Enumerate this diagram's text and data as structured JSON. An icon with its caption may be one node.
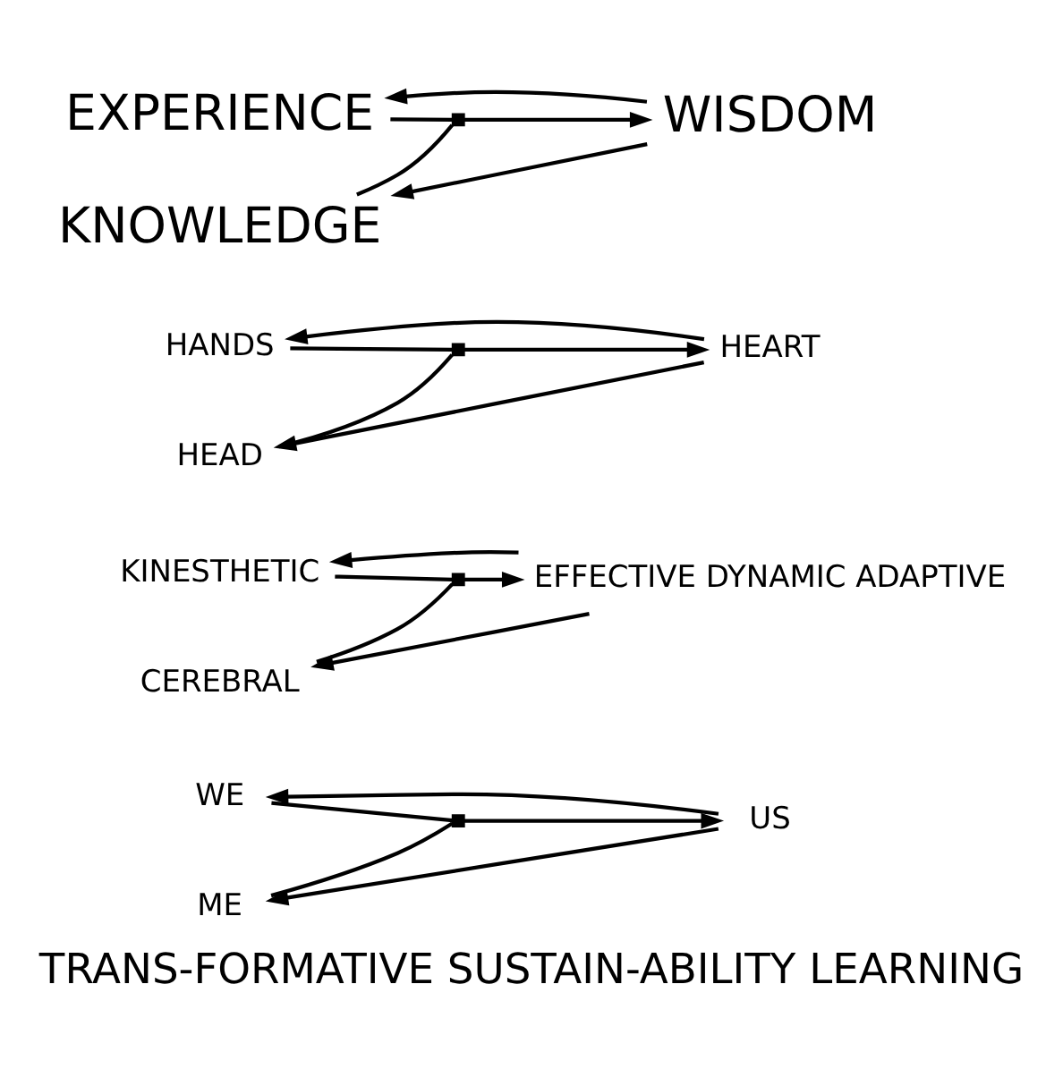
{
  "diagram": {
    "caption": "TRANS-FORMATIVE SUSTAIN-ABILITY LEARNING",
    "nodes": [
      {
        "text": [
          "KNOWLEDGE"
        ]
      },
      {
        "text": [
          "EXPERIENCE"
        ]
      },
      {
        "text": [],
        "shape": "square"
      },
      {
        "text": [
          "WISDOM"
        ]
      },
      {
        "text": [
          "HEAD"
        ]
      },
      {
        "text": [
          "HANDS"
        ]
      },
      {
        "text": [],
        "shape": "square"
      },
      {
        "text": [
          "HEART"
        ]
      },
      {
        "text": [
          "CEREBRAL"
        ]
      },
      {
        "text": [
          "KINESTHETIC"
        ]
      },
      {
        "text": [],
        "shape": "square"
      },
      {
        "text": [
          "EFFECTIVE DYNAMIC ADAPTIVE"
        ]
      },
      {
        "text": [
          "ME"
        ]
      },
      {
        "text": [
          "WE"
        ]
      },
      {
        "text": [],
        "shape": "square"
      },
      {
        "text": [
          "US"
        ]
      }
    ],
    "edges": [
      {
        "from": 0,
        "to": 2,
        "arrow": "none"
      },
      {
        "from": 1,
        "to": 2,
        "arrow": "none"
      },
      {
        "from": 2,
        "to": 3,
        "arrow": "to"
      },
      {
        "from": 3,
        "to": 0,
        "arrow": "to"
      },
      {
        "from": 3,
        "to": 1,
        "arrow": "to"
      },
      {
        "from": 4,
        "to": 6,
        "arrow": "none"
      },
      {
        "from": 5,
        "to": 6,
        "arrow": "none"
      },
      {
        "from": 6,
        "to": 7,
        "arrow": "to"
      },
      {
        "from": 7,
        "to": 4,
        "arrow": "to"
      },
      {
        "from": 7,
        "to": 5,
        "arrow": "to"
      },
      {
        "from": 8,
        "to": 10,
        "arrow": "none"
      },
      {
        "from": 9,
        "to": 10,
        "arrow": "none"
      },
      {
        "from": 10,
        "to": 11,
        "arrow": "to"
      },
      {
        "from": 11,
        "to": 8,
        "arrow": "to"
      },
      {
        "from": 11,
        "to": 9,
        "arrow": "to"
      },
      {
        "from": 12,
        "to": 14,
        "arrow": "none"
      },
      {
        "from": 13,
        "to": 14,
        "arrow": "none"
      },
      {
        "from": 14,
        "to": 15,
        "arrow": "to"
      },
      {
        "from": 15,
        "to": 12,
        "arrow": "to"
      },
      {
        "from": 15,
        "to": 13,
        "arrow": "to"
      }
    ]
  }
}
